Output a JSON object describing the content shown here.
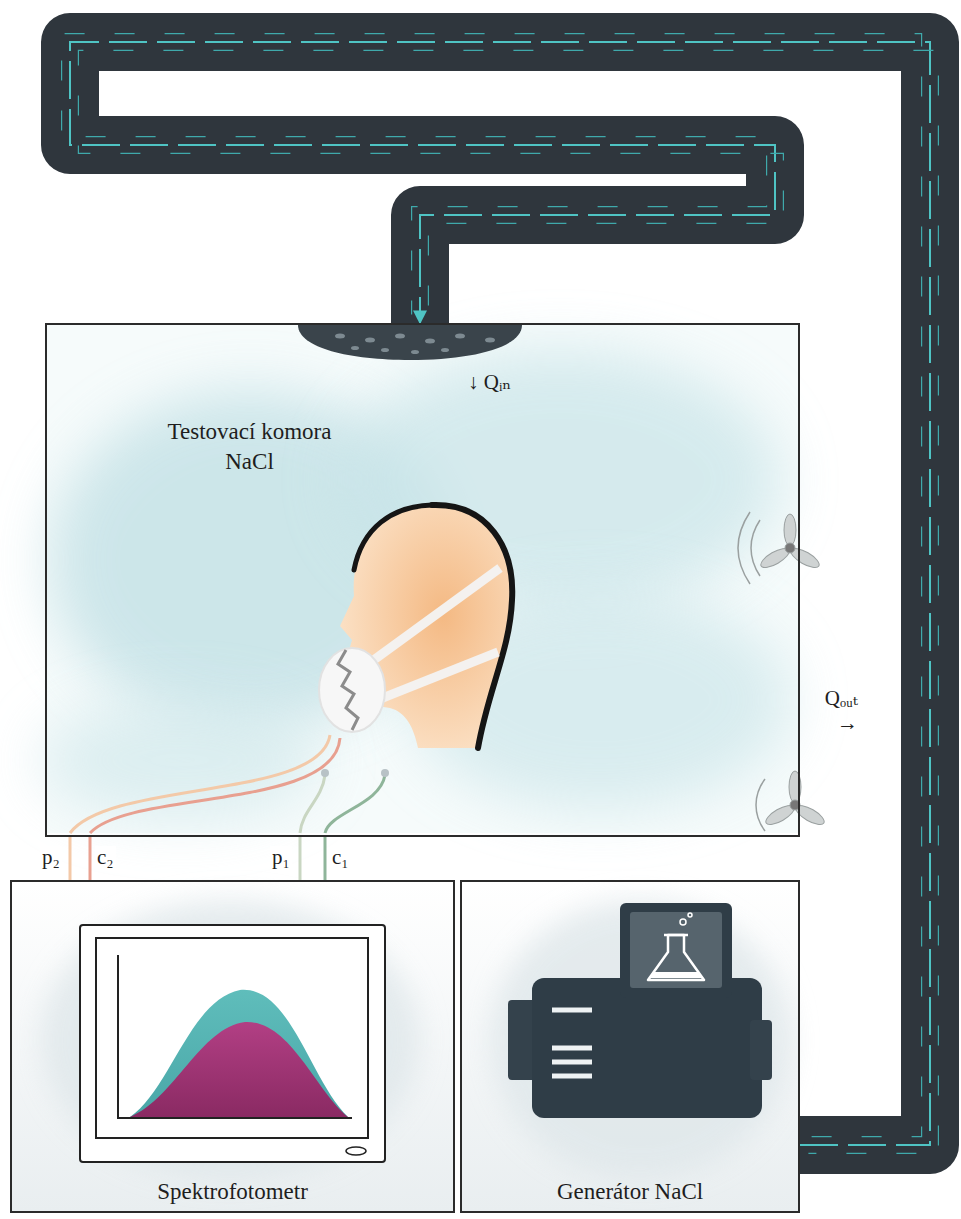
{
  "diagram": {
    "nodes": [
      {
        "text": [
          "Testovací komora NaCl"
        ]
      },
      {
        "text": [
          "Spektrofotometr"
        ]
      },
      {
        "text": [
          "Generátor NaCl"
        ]
      }
    ],
    "edges": [
      {
        "from": 2,
        "to": 0,
        "arrow": "to"
      },
      {
        "from": 0,
        "to": 1,
        "label": "p₂",
        "arrow": "none"
      },
      {
        "from": 0,
        "to": 1,
        "label": "c₂",
        "arrow": "none"
      },
      {
        "from": 0,
        "to": 1,
        "label": "p₁",
        "arrow": "none"
      },
      {
        "from": 0,
        "to": 1,
        "label": "c₁",
        "arrow": "none"
      }
    ],
    "labels": [
      "↓ Qᵢₙ",
      "Qₒᵤₜ →"
    ]
  }
}
